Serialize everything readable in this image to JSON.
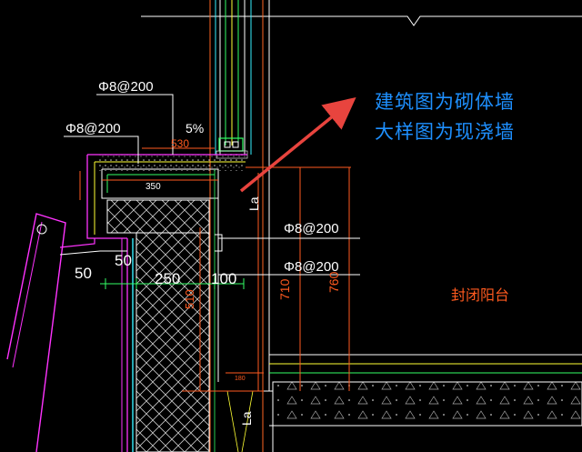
{
  "annotations": {
    "line1": "建筑图为砌体墙",
    "line2": "大样图为现浇墙",
    "color": "#1e90ff",
    "arrow_color": "#e8443e"
  },
  "rebar": {
    "top_1": "Φ8@200",
    "top_2": "Φ8@200",
    "right_1": "Φ8@200",
    "right_2": "Φ8@200"
  },
  "slope": "5%",
  "dims": {
    "d530": "530",
    "d350": "350",
    "d50a": "50",
    "d50b": "50",
    "d250": "250",
    "d100": "100",
    "d510": "510",
    "d710": "710",
    "d760": "760",
    "d180": "180"
  },
  "labels": {
    "la_top": "La",
    "la_bottom": "La",
    "balcony": "封闭阳台"
  },
  "colors": {
    "background": "#000000",
    "text": "#ffffff",
    "dimension": "#ff5a1f",
    "magenta": "#ff33ff",
    "cyan": "#36f0ff",
    "green": "#33ff66",
    "yellow": "#ffff33"
  }
}
